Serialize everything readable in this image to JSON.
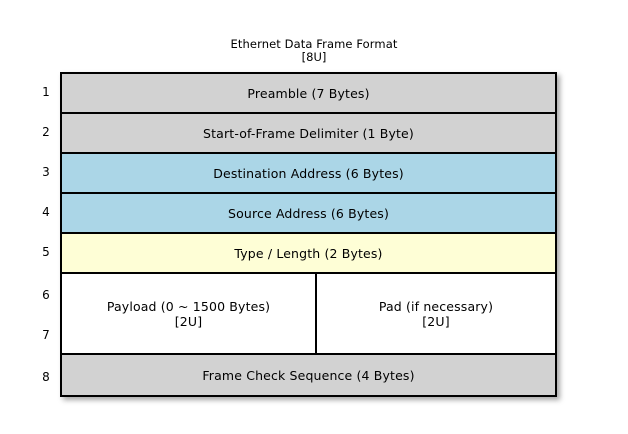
{
  "diagram": {
    "title": "Ethernet Data Frame Format",
    "title_sub": "[8U]",
    "colors": {
      "gray": "#D2D2D2",
      "blue": "#ABD6E7",
      "yellow": "#FEFED6",
      "white": "#FFFFFF",
      "border": "#000000",
      "background": "#FFFFFF"
    },
    "row_numbers": [
      "1",
      "2",
      "3",
      "4",
      "5",
      "6",
      "7",
      "8"
    ],
    "rows": [
      {
        "number": "1",
        "label": "Preamble (7 Bytes)",
        "sub": "",
        "fill": "#D2D2D2",
        "split": false
      },
      {
        "number": "2",
        "label": "Start-of-Frame Delimiter (1 Byte)",
        "sub": "",
        "fill": "#D2D2D2",
        "split": false
      },
      {
        "number": "3",
        "label": "Destination Address (6 Bytes)",
        "sub": "",
        "fill": "#ABD6E7",
        "split": false
      },
      {
        "number": "4",
        "label": "Source Address (6 Bytes)",
        "sub": "",
        "fill": "#ABD6E7",
        "split": false
      },
      {
        "number": "5",
        "label": "Type / Length (2 Bytes)",
        "sub": "",
        "fill": "#FEFED6",
        "split": false
      },
      {
        "number": "6,7",
        "split": true,
        "fill": "#FFFFFF",
        "left": {
          "label": "Payload (0 ~ 1500 Bytes)",
          "sub": "[2U]"
        },
        "right": {
          "label": "Pad (if necessary)",
          "sub": "[2U]"
        }
      },
      {
        "number": "8",
        "label": "Frame Check Sequence (4 Bytes)",
        "sub": "",
        "fill": "#D2D2D2",
        "split": false
      }
    ]
  }
}
